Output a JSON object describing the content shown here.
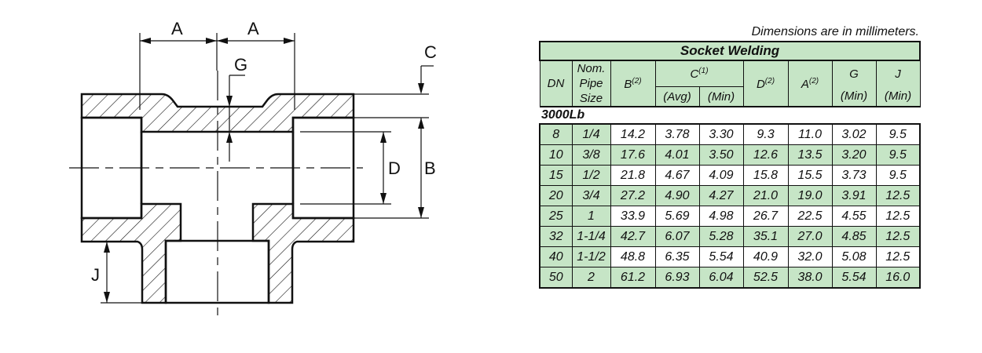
{
  "drawing": {
    "dim_labels": {
      "a_left": "A",
      "a_right": "A",
      "g": "G",
      "c": "C",
      "d": "D",
      "b": "B",
      "j": "J"
    }
  },
  "note": "Dimensions are in millimeters.",
  "table": {
    "title": "Socket Welding",
    "headers": {
      "dn": "DN",
      "nom_line1": "Nom.",
      "nom_line2": "Pipe",
      "nom_line3": "Size",
      "b": "B",
      "b_sup": "(2)",
      "c": "C",
      "c_sup": "(1)",
      "c_avg": "(Avg)",
      "c_min": "(Min)",
      "d": "D",
      "d_sup": "(2)",
      "a": "A",
      "a_sup": "(2)",
      "g": "G",
      "g_min": "(Min)",
      "j": "J",
      "j_min": "(Min)"
    },
    "class_label": "3000Lb",
    "rows": [
      [
        "8",
        "1/4",
        "14.2",
        "3.78",
        "3.30",
        "9.3",
        "11.0",
        "3.02",
        "9.5"
      ],
      [
        "10",
        "3/8",
        "17.6",
        "4.01",
        "3.50",
        "12.6",
        "13.5",
        "3.20",
        "9.5"
      ],
      [
        "15",
        "1/2",
        "21.8",
        "4.67",
        "4.09",
        "15.8",
        "15.5",
        "3.73",
        "9.5"
      ],
      [
        "20",
        "3/4",
        "27.2",
        "4.90",
        "4.27",
        "21.0",
        "19.0",
        "3.91",
        "12.5"
      ],
      [
        "25",
        "1",
        "33.9",
        "5.69",
        "4.98",
        "26.7",
        "22.5",
        "4.55",
        "12.5"
      ],
      [
        "32",
        "1-1/4",
        "42.7",
        "6.07",
        "5.28",
        "35.1",
        "27.0",
        "4.85",
        "12.5"
      ],
      [
        "40",
        "1-1/2",
        "48.8",
        "6.35",
        "5.54",
        "40.9",
        "32.0",
        "5.08",
        "12.5"
      ],
      [
        "50",
        "2",
        "61.2",
        "6.93",
        "6.04",
        "52.5",
        "38.0",
        "5.54",
        "16.0"
      ]
    ]
  },
  "colors": {
    "header_green": "#c6e5c6",
    "line": "#111111"
  }
}
